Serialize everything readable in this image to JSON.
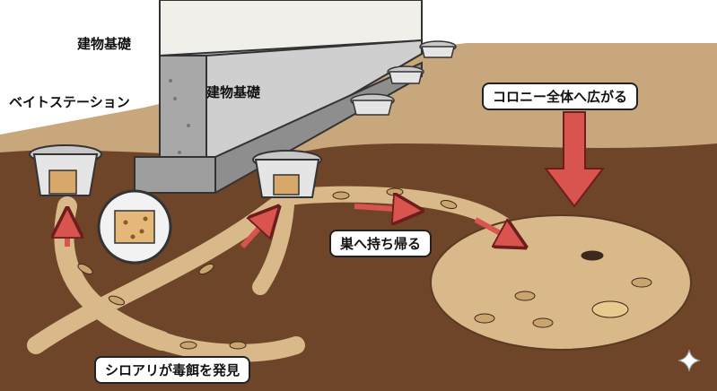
{
  "labels": {
    "foundation_top": "建物基礎",
    "foundation_side": "建物基礎",
    "bait_station": "ベイトステーション",
    "spread_colony": "コロニー全体へ広がる",
    "carry_home": "巣へ持ち帰る",
    "discover_bait": "シロアリが毒餌を発見"
  },
  "colors": {
    "sky": "#ffffff",
    "surface_soil": "#c9a77c",
    "underground_soil": "#6e4528",
    "tunnel": "#d9b98a",
    "foundation": "#bdbdbd",
    "arrow_red": "#d9534f",
    "termite": "#caa46e"
  },
  "icons": [
    "bait-station-icon",
    "termite-icon",
    "red-arrow-icon",
    "sparkle-icon"
  ]
}
